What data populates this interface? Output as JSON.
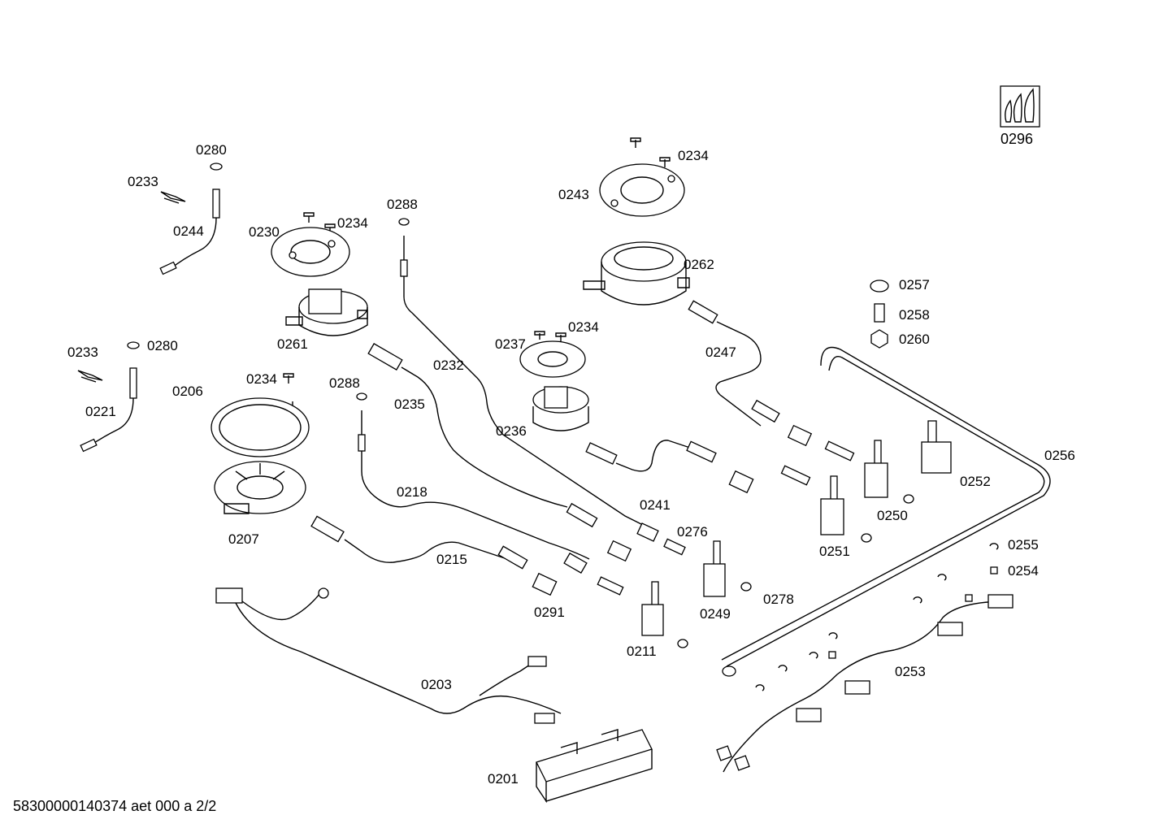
{
  "labels": {
    "l0280a": "0280",
    "l0233a": "0233",
    "l0244": "0244",
    "l0230": "0230",
    "l0234a": "0234",
    "l0288a": "0288",
    "l0243": "0243",
    "l0234b": "0234",
    "l0296": "0296",
    "l0262": "0262",
    "l0257": "0257",
    "l0258": "0258",
    "l0260": "0260",
    "l0261": "0261",
    "l0233b": "0233",
    "l0280b": "0280",
    "l0237": "0237",
    "l0234c": "0234",
    "l0232": "0232",
    "l0247": "0247",
    "l0206": "0206",
    "l0234d": "0234",
    "l0288b": "0288",
    "l0235": "0235",
    "l0221": "0221",
    "l0236": "0236",
    "l0256": "0256",
    "l0252": "0252",
    "l0218": "0218",
    "l0241": "0241",
    "l0250": "0250",
    "l0207": "0207",
    "l0276": "0276",
    "l0251": "0251",
    "l0255": "0255",
    "l0215": "0215",
    "l0254": "0254",
    "l0291": "0291",
    "l0249": "0249",
    "l0278": "0278",
    "l0211": "0211",
    "l0253": "0253",
    "l0203": "0203",
    "l0201": "0201"
  },
  "footer": {
    "reference": "58300000140374 aet 000 a 2/2"
  },
  "icons": {
    "badge": "gas-flames-icon"
  }
}
